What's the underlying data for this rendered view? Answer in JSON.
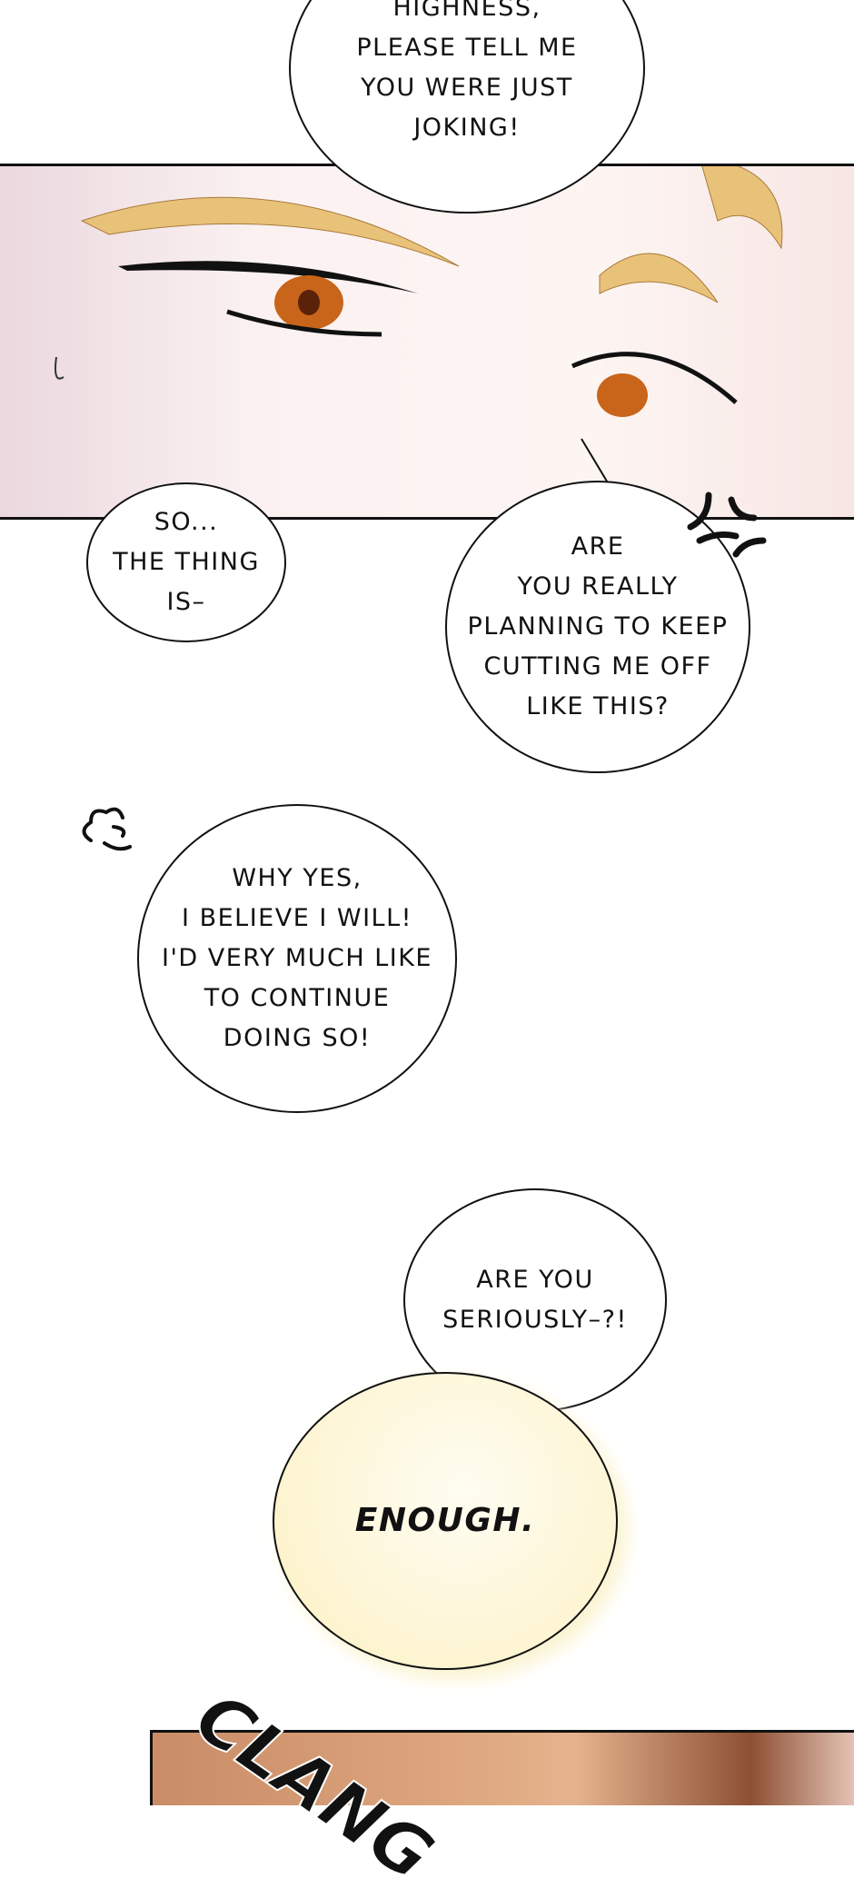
{
  "bubbles": {
    "highness": {
      "lines": [
        "HIGHNESS,",
        "PLEASE TELL ME",
        "YOU WERE JUST",
        "JOKING!"
      ]
    },
    "so_the_thing": {
      "lines": [
        "SO...",
        "THE THING",
        "IS–"
      ]
    },
    "are_you_really": {
      "lines": [
        "ARE",
        "YOU REALLY",
        "PLANNING TO KEEP",
        "CUTTING ME OFF",
        "LIKE THIS?"
      ]
    },
    "why_yes": {
      "lines": [
        "WHY YES,",
        "I BELIEVE I WILL!",
        "I'D VERY MUCH LIKE",
        "TO CONTINUE",
        "DOING SO!"
      ]
    },
    "are_you_seriously": {
      "lines": [
        "ARE YOU",
        "SERIOUSLY–?!"
      ]
    },
    "enough": {
      "lines": [
        "ENOUGH."
      ]
    }
  },
  "sfx": {
    "clang": "CLANG"
  },
  "colors": {
    "enough_fill": "#fdf6d8",
    "panel_skin": "#fbf1f1",
    "eye": "#c8651a",
    "hair": "#e9c27a"
  }
}
